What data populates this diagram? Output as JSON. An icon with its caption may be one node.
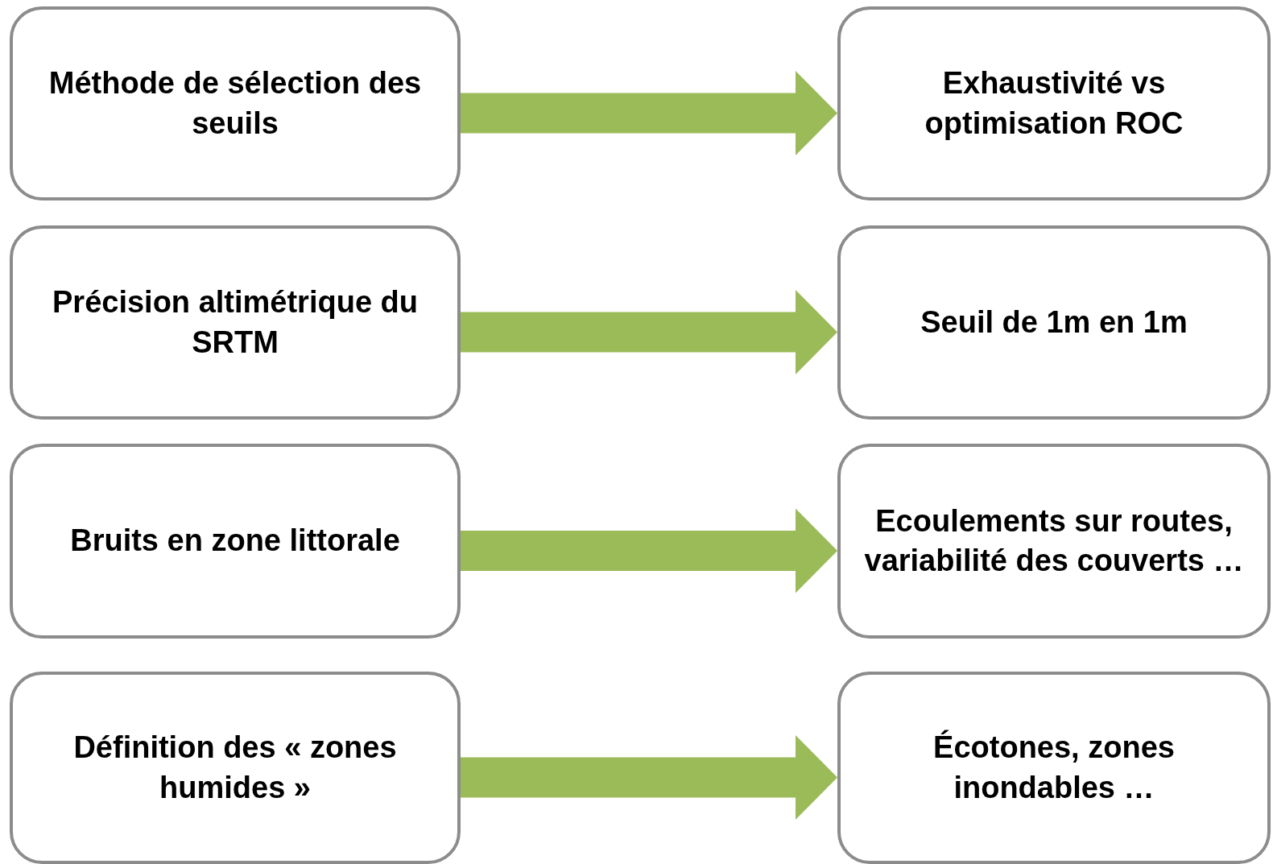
{
  "diagram": {
    "nodes": [
      {
        "text": [
          "Méthode de sélection des seuils"
        ]
      },
      {
        "text": [
          "Exhaustivité vs optimisation ROC"
        ]
      },
      {
        "text": [
          "Précision altimétrique du SRTM"
        ]
      },
      {
        "text": [
          "Seuil de 1m en 1m"
        ]
      },
      {
        "text": [
          "Bruits en zone littorale"
        ]
      },
      {
        "text": [
          "Ecoulements sur routes, variabilité des couverts …"
        ]
      },
      {
        "text": [
          "Définition des « zones humides »"
        ]
      },
      {
        "text": [
          "Écotones, zones inondables …"
        ]
      }
    ],
    "edges": [
      {
        "from": 0,
        "to": 1,
        "arrow": "to",
        "style": "thick"
      },
      {
        "from": 2,
        "to": 3,
        "arrow": "to",
        "style": "thick"
      },
      {
        "from": 4,
        "to": 5,
        "arrow": "to",
        "style": "thick"
      },
      {
        "from": 6,
        "to": 7,
        "arrow": "to",
        "style": "thick"
      }
    ]
  }
}
